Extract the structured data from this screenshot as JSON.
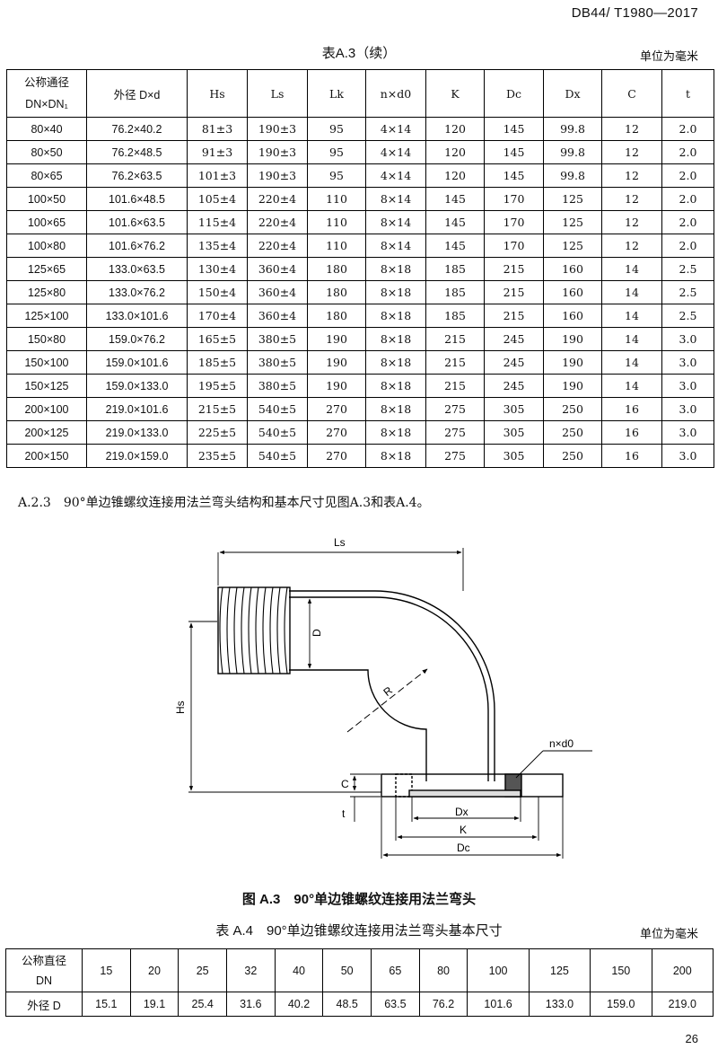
{
  "header": "DB44/ T1980—2017",
  "table_a3": {
    "caption": "表A.3（续）",
    "unit": "单位为毫米",
    "head": [
      "公称通径 DN×DN₁",
      "外径 D×d",
      "Hs",
      "Ls",
      "Lk",
      "n×d0",
      "K",
      "Dc",
      "Dx",
      "C",
      "t"
    ],
    "head_line1": "公称通径",
    "head_line2": "DN×DN₁",
    "rows": [
      [
        "80×40",
        "76.2×40.2",
        "81±3",
        "190±3",
        "95",
        "4×14",
        "120",
        "145",
        "99.8",
        "12",
        "2.0"
      ],
      [
        "80×50",
        "76.2×48.5",
        "91±3",
        "190±3",
        "95",
        "4×14",
        "120",
        "145",
        "99.8",
        "12",
        "2.0"
      ],
      [
        "80×65",
        "76.2×63.5",
        "101±3",
        "190±3",
        "95",
        "4×14",
        "120",
        "145",
        "99.8",
        "12",
        "2.0"
      ],
      [
        "100×50",
        "101.6×48.5",
        "105±4",
        "220±4",
        "110",
        "8×14",
        "145",
        "170",
        "125",
        "12",
        "2.0"
      ],
      [
        "100×65",
        "101.6×63.5",
        "115±4",
        "220±4",
        "110",
        "8×14",
        "145",
        "170",
        "125",
        "12",
        "2.0"
      ],
      [
        "100×80",
        "101.6×76.2",
        "135±4",
        "220±4",
        "110",
        "8×14",
        "145",
        "170",
        "125",
        "12",
        "2.0"
      ],
      [
        "125×65",
        "133.0×63.5",
        "130±4",
        "360±4",
        "180",
        "8×18",
        "185",
        "215",
        "160",
        "14",
        "2.5"
      ],
      [
        "125×80",
        "133.0×76.2",
        "150±4",
        "360±4",
        "180",
        "8×18",
        "185",
        "215",
        "160",
        "14",
        "2.5"
      ],
      [
        "125×100",
        "133.0×101.6",
        "170±4",
        "360±4",
        "180",
        "8×18",
        "185",
        "215",
        "160",
        "14",
        "2.5"
      ],
      [
        "150×80",
        "159.0×76.2",
        "165±5",
        "380±5",
        "190",
        "8×18",
        "215",
        "245",
        "190",
        "14",
        "3.0"
      ],
      [
        "150×100",
        "159.0×101.6",
        "185±5",
        "380±5",
        "190",
        "8×18",
        "215",
        "245",
        "190",
        "14",
        "3.0"
      ],
      [
        "150×125",
        "159.0×133.0",
        "195±5",
        "380±5",
        "190",
        "8×18",
        "215",
        "245",
        "190",
        "14",
        "3.0"
      ],
      [
        "200×100",
        "219.0×101.6",
        "215±5",
        "540±5",
        "270",
        "8×18",
        "275",
        "305",
        "250",
        "16",
        "3.0"
      ],
      [
        "200×125",
        "219.0×133.0",
        "225±5",
        "540±5",
        "270",
        "8×18",
        "275",
        "305",
        "250",
        "16",
        "3.0"
      ],
      [
        "200×150",
        "219.0×159.0",
        "235±5",
        "540±5",
        "270",
        "8×18",
        "275",
        "305",
        "250",
        "16",
        "3.0"
      ]
    ]
  },
  "section_text": "A.2.3　90°单边锥螺纹连接用法兰弯头结构和基本尺寸见图A.3和表A.4。",
  "figure": {
    "caption": "图 A.3　90°单边锥螺纹连接用法兰弯头",
    "labels": {
      "Ls": "Ls",
      "D": "D",
      "R": "R",
      "Hs": "Hs",
      "C": "C",
      "t": "t",
      "nxd0": "n×d0",
      "Dx": "Dx",
      "K": "K",
      "Dc": "Dc"
    }
  },
  "table_a4": {
    "caption": "表 A.4　90°单边锥螺纹连接用法兰弯头基本尺寸",
    "unit": "单位为毫米",
    "row1_label_1": "公称直径",
    "row1_label_2": "DN",
    "row2_label": "外径 D",
    "dn": [
      "15",
      "20",
      "25",
      "32",
      "40",
      "50",
      "65",
      "80",
      "100",
      "125",
      "150",
      "200"
    ],
    "od": [
      "15.1",
      "19.1",
      "25.4",
      "31.6",
      "40.2",
      "48.5",
      "63.5",
      "76.2",
      "101.6",
      "133.0",
      "159.0",
      "219.0"
    ]
  },
  "page_number": "26"
}
